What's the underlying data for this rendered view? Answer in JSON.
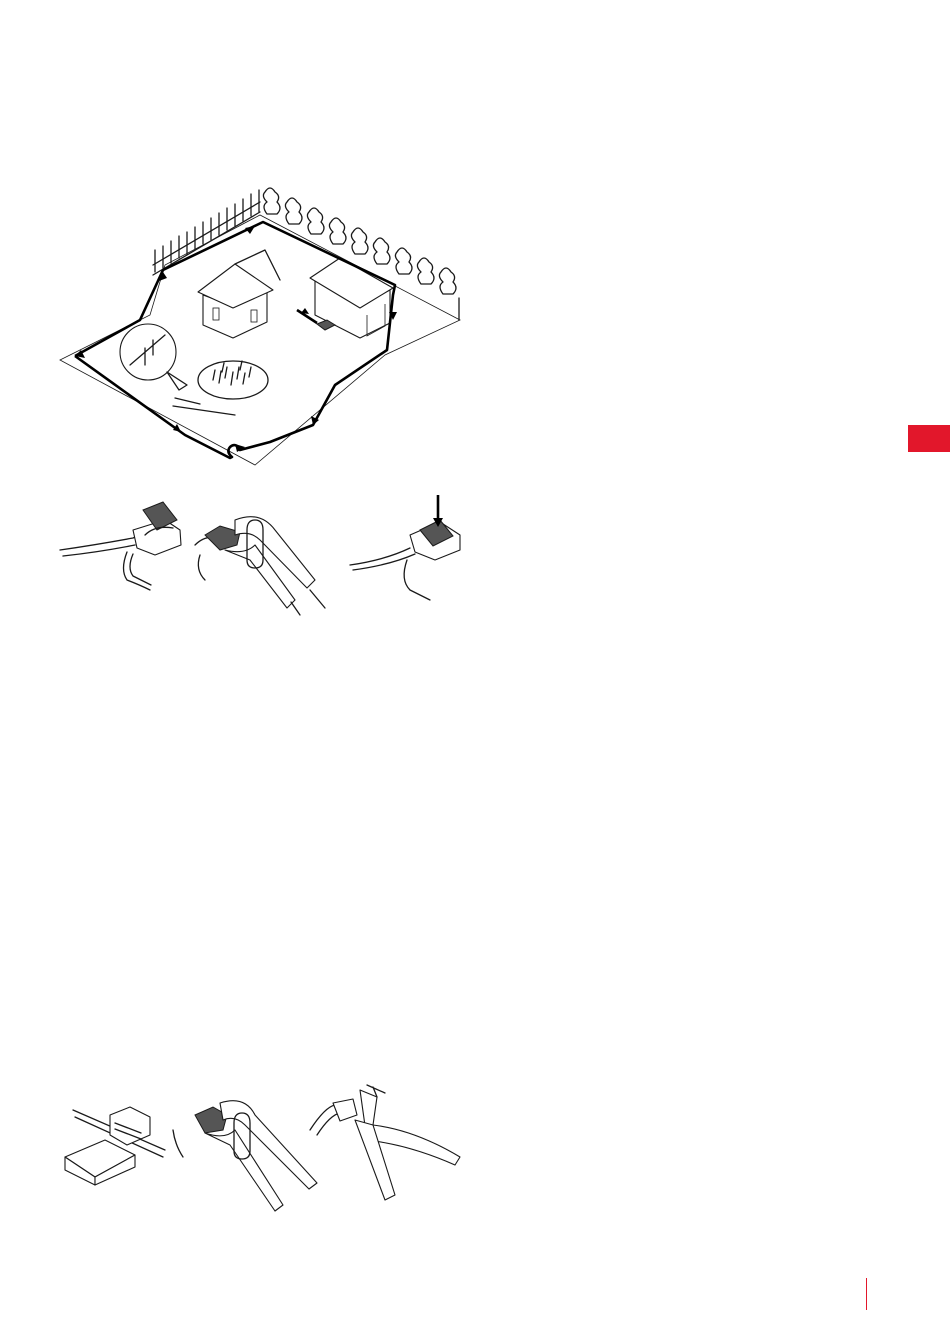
{
  "page": {
    "background": "#ffffff",
    "accent_color": "#e2172b"
  },
  "figures": [
    {
      "id": "garden-layout",
      "icon": "garden-boundary-wire-diagram"
    },
    {
      "id": "connector-press",
      "icon": "wire-connector-pliers-sequence"
    },
    {
      "id": "wire-splice",
      "icon": "wire-splice-tools-sequence"
    }
  ],
  "markers": {
    "side_tab": {
      "color": "#e2172b"
    },
    "page_rule": {
      "color": "#e2172b"
    }
  }
}
